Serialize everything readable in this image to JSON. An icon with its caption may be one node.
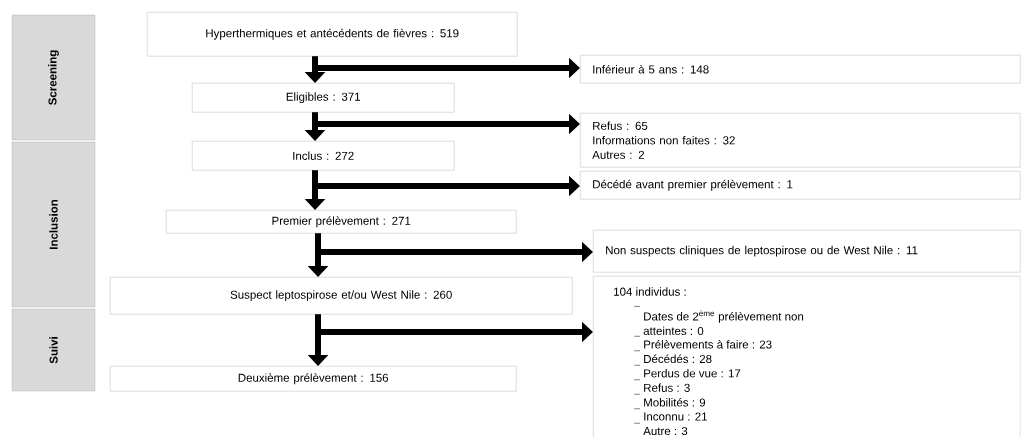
{
  "diagram": {
    "nodes": [
      {
        "text": [
          "Screening"
        ]
      },
      {
        "text": [
          "Inclusion"
        ]
      },
      {
        "text": [
          "Suivi"
        ]
      },
      {
        "text": [
          "Hyperthermiques et antécédents de fièvres : 519"
        ]
      },
      {
        "text": [
          "Inférieur à 5 ans : 148"
        ]
      },
      {
        "text": [
          "Eligibles : 371"
        ]
      },
      {
        "text": [
          "Refus : 65",
          "Informations non faites : 32",
          "Autres : 2"
        ]
      },
      {
        "text": [
          "Inclus : 272"
        ]
      },
      {
        "text": [
          "Décédé avant premier prélèvement : 1"
        ]
      },
      {
        "text": [
          "Premier prélèvement : 271"
        ]
      },
      {
        "text": [
          "Non suspects cliniques de leptospirose ou de West Nile : 11"
        ]
      },
      {
        "text": [
          "Suspect leptospirose et/ou West Nile : 260"
        ]
      },
      {
        "text": [
          "104 individus :",
          "Dates de 2$^{ème}$ prélèvement non atteintes : 0",
          "Prélèvements à faire : 23",
          "Décédés : 28",
          "Perdus de vue : 17",
          "Refus : 3",
          "Mobilités : 9",
          "Inconnu : 21",
          "Autre : 3"
        ]
      },
      {
        "text": [
          "Deuxième prélèvement : 156"
        ]
      }
    ],
    "edges": [
      {
        "from": 3,
        "to": 5,
        "arrow": "to"
      },
      {
        "from": 3,
        "to": 4,
        "arrow": "to"
      },
      {
        "from": 5,
        "to": 7,
        "arrow": "to"
      },
      {
        "from": 5,
        "to": 6,
        "arrow": "to"
      },
      {
        "from": 7,
        "to": 9,
        "arrow": "to"
      },
      {
        "from": 7,
        "to": 8,
        "arrow": "to"
      },
      {
        "from": 9,
        "to": 11,
        "arrow": "to"
      },
      {
        "from": 9,
        "to": 10,
        "arrow": "to"
      },
      {
        "from": 11,
        "to": 13,
        "arrow": "to"
      },
      {
        "from": 11,
        "to": 12,
        "arrow": "to"
      }
    ]
  }
}
